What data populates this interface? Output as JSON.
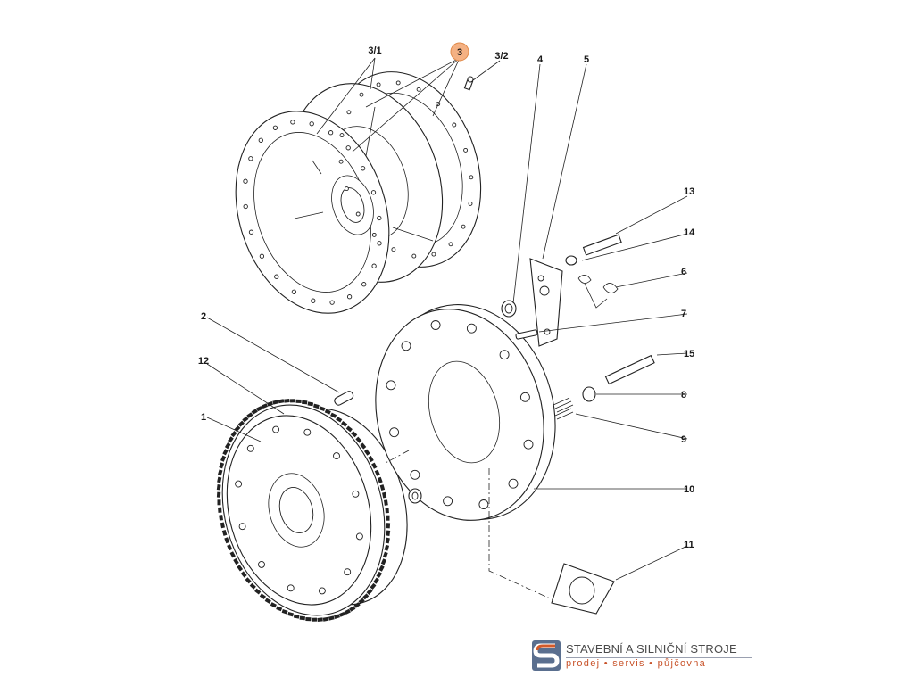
{
  "diagram": {
    "callouts": [
      {
        "id": "c-3-1",
        "label": "3/1"
      },
      {
        "id": "c-3",
        "label": "3",
        "highlight": true
      },
      {
        "id": "c-3-2",
        "label": "3/2"
      },
      {
        "id": "c-4",
        "label": "4"
      },
      {
        "id": "c-5",
        "label": "5"
      },
      {
        "id": "c-13",
        "label": "13"
      },
      {
        "id": "c-14",
        "label": "14"
      },
      {
        "id": "c-6",
        "label": "6"
      },
      {
        "id": "c-7",
        "label": "7"
      },
      {
        "id": "c-15",
        "label": "15"
      },
      {
        "id": "c-8",
        "label": "8"
      },
      {
        "id": "c-9",
        "label": "9"
      },
      {
        "id": "c-10",
        "label": "10"
      },
      {
        "id": "c-11",
        "label": "11"
      },
      {
        "id": "c-2",
        "label": "2"
      },
      {
        "id": "c-12",
        "label": "12"
      },
      {
        "id": "c-1",
        "label": "1"
      }
    ],
    "highlight_color": "#f4b183",
    "highlight_stroke": "#e08a4a"
  },
  "brand": {
    "name": "STAVEBNÍ A SILNIČNÍ STROJE",
    "tagline": "prodej • servis • půjčovna",
    "colors": {
      "primary": "#5a6f8f",
      "accent": "#d35a2a"
    }
  }
}
